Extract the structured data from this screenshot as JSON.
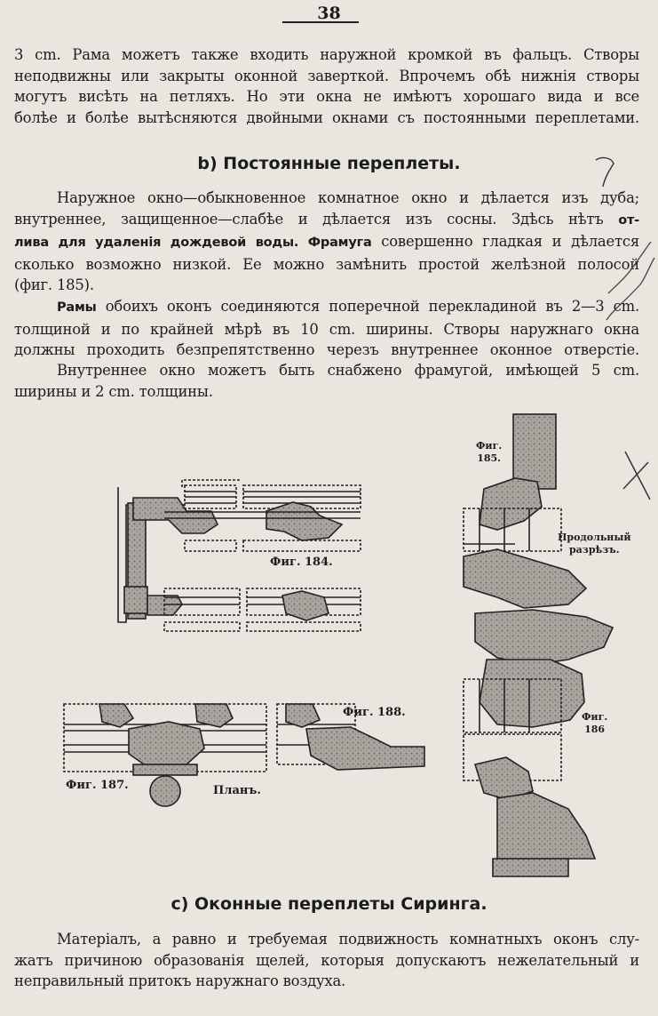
{
  "page": {
    "number": "38"
  },
  "paragraphs": {
    "p1": {
      "lines": [
        "3 cm. Рама можетъ также входить наружной кромкой въ фальцъ. Створы",
        "неподвижны или закрыты оконной заверткой. Впрочемъ обѣ нижнія створы",
        "могутъ висѣть на петляхъ. Но эти окна не имѣютъ хорошаго вида и все",
        "болѣе и болѣе вытѣсняются двойными окнами съ постоянными переплетами."
      ]
    },
    "heading_b": "b) Постоянные переплеты.",
    "p2": {
      "lines": [
        "Наружное окно—обыкновенное комнатное окно и дѣлается изъ дуба;",
        "внутреннее, защищенное—слабѣе и дѣлается изъ сосны. Здѣсь нѣтъ ",
        "сколько возможно низкой. Ее можно замѣнить простой желѣзной полосой",
        "(фиг. 185)."
      ],
      "bold_run_a": "от-",
      "bold_run_b": "лива для удаленія дождевой воды. Фрамуга",
      "line3_rest": " совершенно гладкая и дѣлается"
    },
    "p3": {
      "bold_start": "Рамы",
      "lines": [
        " обоихъ оконъ соединяются поперечной перекладиной въ 2—3 cm.",
        "толщиной и по крайней мѣрѣ въ 10 cm. ширины. Створы наружнаго окна",
        "должны проходить безпрепятственно черезъ внутреннее оконное отверстіе."
      ]
    },
    "p4": {
      "lines": [
        "Внутреннее окно можетъ быть снабжено фрамугой, имѣющей 5 cm.",
        "ширины и 2 cm. толщины."
      ]
    },
    "heading_c": "c) Оконные переплеты Сиринга.",
    "p5": {
      "lines": [
        "Матеріалъ, а равно и требуемая подвижность комнатныхъ оконъ слу-",
        "жатъ причиною образованія щелей, которыя допускаютъ нежелательный и",
        "неправильный притокъ наружнаго воздуха."
      ]
    }
  },
  "figures": {
    "fig184": "Фиг. 184.",
    "fig185": "Фиг.\n185.",
    "fig186": "Фиг.\n186",
    "fig187": "Фиг. 187.",
    "fig188": "Фиг. 188.",
    "plan": "Планъ.",
    "section": "Продольный\nразрѣзъ."
  },
  "colors": {
    "paper": "#e9e6e0",
    "ink": "#1c1c1c",
    "hatch": "#8a8a8a"
  }
}
